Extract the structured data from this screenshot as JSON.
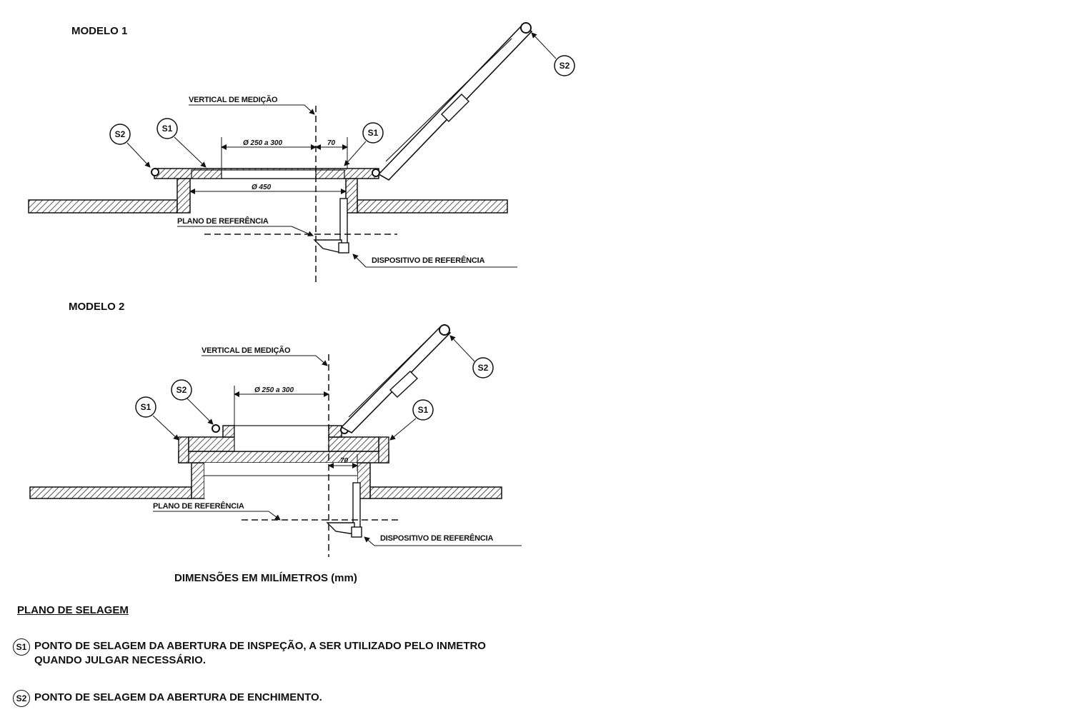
{
  "model1": {
    "title": "MODELO 1",
    "vertical_label": "VERTICAL DE MEDIÇÃO",
    "dim_inner": "Ø 250 a 300",
    "dim_offset": "70",
    "dim_outer": "Ø 450",
    "reference_plane": "PLANO DE REFERÊNCIA",
    "reference_device": "DISPOSITIVO DE REFERÊNCIA",
    "tags": [
      "S2",
      "S1",
      "S1",
      "S2"
    ]
  },
  "model2": {
    "title": "MODELO 2",
    "vertical_label": "VERTICAL DE MEDIÇÃO",
    "dim_inner": "Ø 250 a 300",
    "dim_offset": "70",
    "reference_plane": "PLANO DE REFERÊNCIA",
    "reference_device": "DISPOSITIVO DE REFERÊNCIA",
    "tags": [
      "S2",
      "S1",
      "S1",
      "S2"
    ]
  },
  "units_note": "DIMENSÕES EM MILÍMETROS (mm)",
  "legend": {
    "heading": "PLANO DE SELAGEM",
    "items": [
      {
        "tag": "S1",
        "text_line1": "PONTO DE SELAGEM DA ABERTURA DE INSPEÇÃO, A SER UTILIZADO PELO INMETRO",
        "text_line2": "QUANDO JULGAR NECESSÁRIO."
      },
      {
        "tag": "S2",
        "text_line1": "PONTO DE SELAGEM DA ABERTURA DE ENCHIMENTO.",
        "text_line2": ""
      }
    ]
  }
}
